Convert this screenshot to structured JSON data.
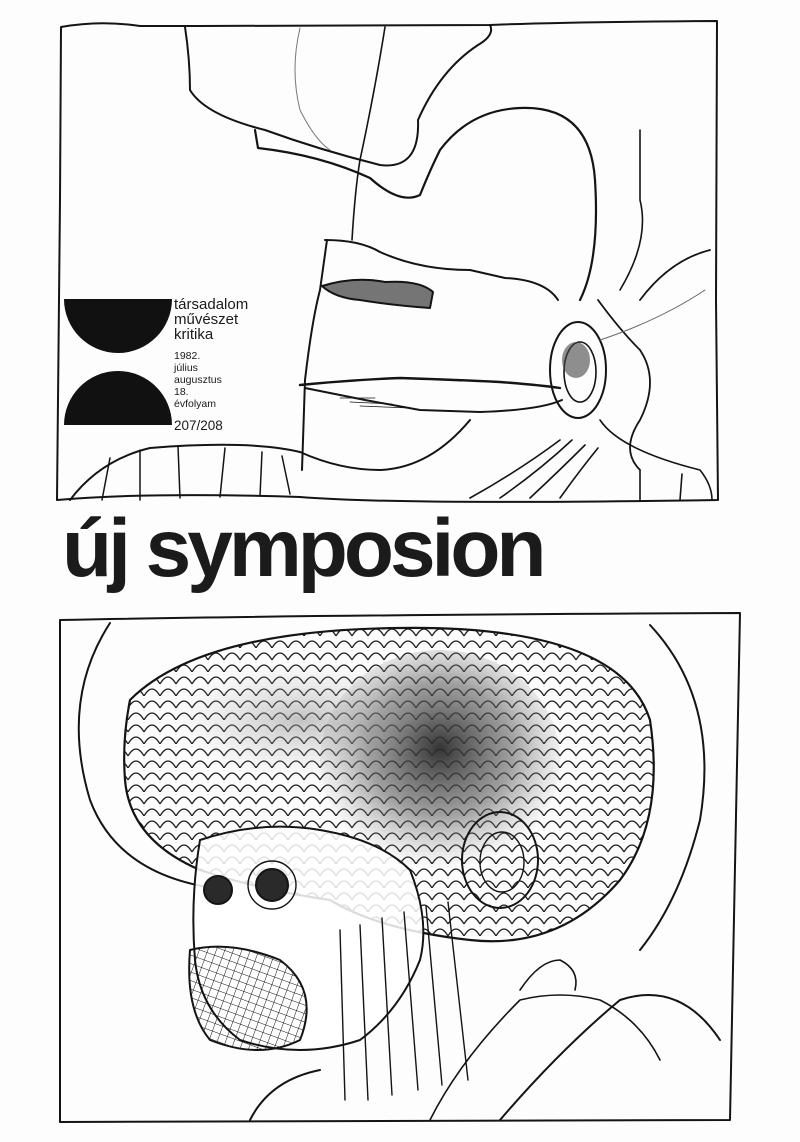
{
  "masthead": {
    "tagline": [
      "társadalom",
      "művészet",
      "kritika"
    ],
    "issue_info": [
      "1982.",
      "július",
      "augusztus",
      "18.",
      "évfolyam"
    ],
    "issue_number": "207/208"
  },
  "title": "új symposion",
  "illustrations": {
    "top": "pen-and-ink drawing of a stylized face in profile",
    "bottom": "pen-and-ink drawing of a figure with a scaled, feathered headdress"
  },
  "colors": {
    "ink": "#111111",
    "paper": "#fdfdfd",
    "wash": "#6a6a6a"
  }
}
